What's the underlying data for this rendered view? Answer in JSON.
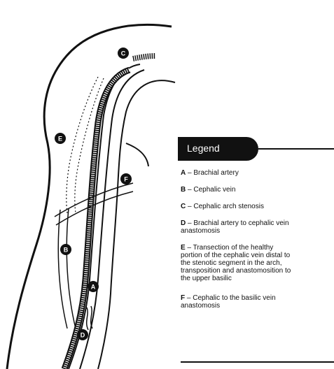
{
  "diagram": {
    "markers": [
      "A",
      "B",
      "C",
      "D",
      "E",
      "F"
    ],
    "legend": {
      "title": "Legend",
      "items": [
        {
          "key": "A",
          "text": "Brachial artery"
        },
        {
          "key": "B",
          "text": "Cephalic vein"
        },
        {
          "key": "C",
          "text": "Cephalic arch stenosis"
        },
        {
          "key": "D",
          "text": "Brachial artery to cephalic vein\nanastomosis"
        },
        {
          "key": "E",
          "text": "Transection of the healthy\nportion of the cephalic vein distal to\nthe stenotic segment in the arch,\ntransposition and anastomosition to\nthe upper basilic"
        },
        {
          "key": "F",
          "text": "Cephalic to the basilic vein\nanastomosis"
        }
      ]
    }
  }
}
